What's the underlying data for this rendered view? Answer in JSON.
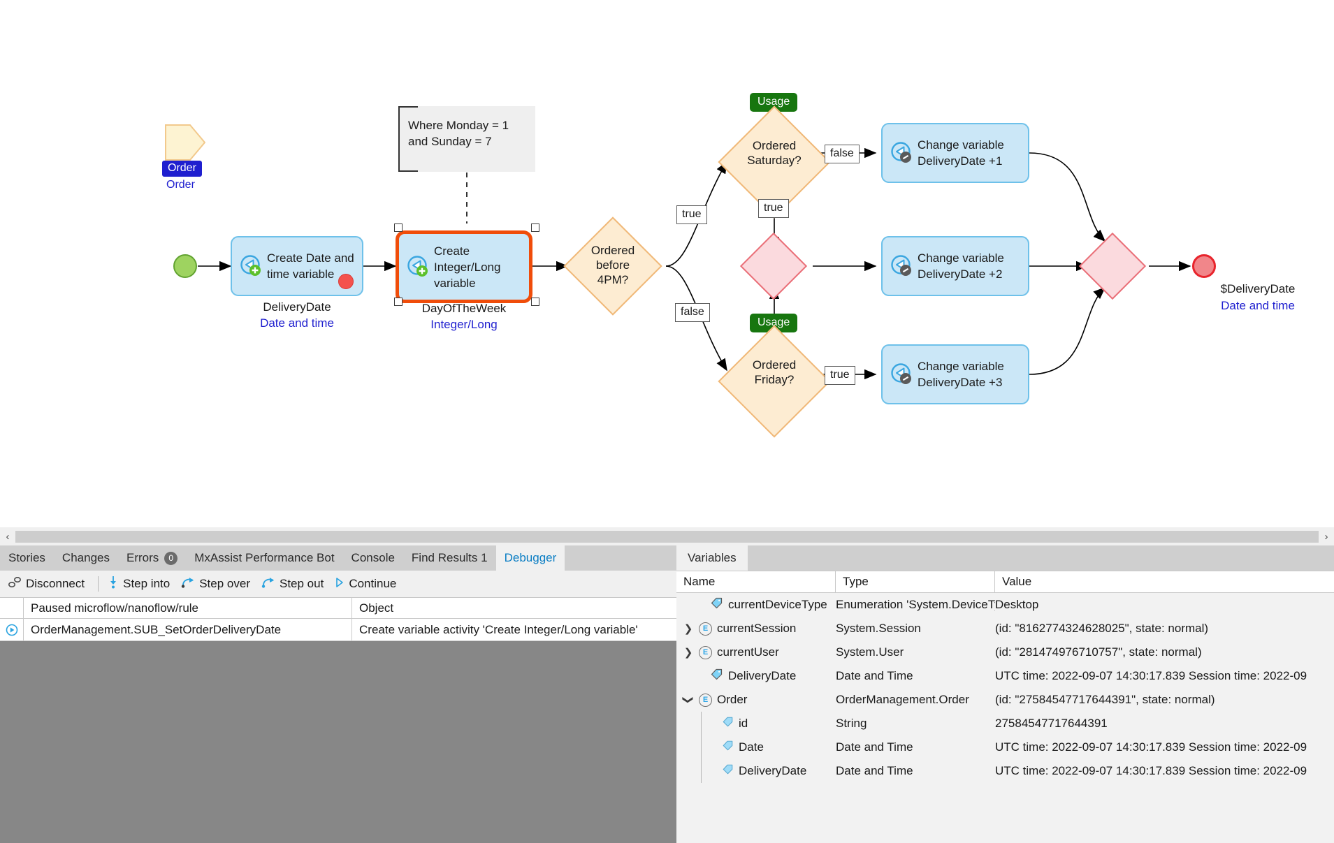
{
  "canvas": {
    "parameter": {
      "name": "Order",
      "type": "Order",
      "icon": "parameter-shape-icon"
    },
    "note": {
      "text_line1": "Where Monday = 1",
      "text_line2": "and Sunday = 7"
    },
    "activities": [
      {
        "id": "create-date-time",
        "label_line1": "Create Date and",
        "label_line2": "time variable",
        "caption": "DeliveryDate",
        "caption_type": "Date and time",
        "icon": "create-variable-icon",
        "breakpoint": true,
        "selected": false
      },
      {
        "id": "create-integer-long",
        "label_line1": "Create",
        "label_line2": "Integer/Long",
        "label_line3": "variable",
        "caption": "DayOfTheWeek",
        "caption_type": "Integer/Long",
        "icon": "create-variable-icon",
        "breakpoint": false,
        "selected": true
      },
      {
        "id": "change-delivery-plus1",
        "label_line1": "Change variable",
        "label_line2": "DeliveryDate +1",
        "icon": "change-variable-icon"
      },
      {
        "id": "change-delivery-plus2",
        "label_line1": "Change variable",
        "label_line2": "DeliveryDate +2",
        "icon": "change-variable-icon"
      },
      {
        "id": "change-delivery-plus3",
        "label_line1": "Change variable",
        "label_line2": "DeliveryDate +3",
        "icon": "change-variable-icon"
      }
    ],
    "decisions": [
      {
        "id": "ordered-before-4pm",
        "line1": "Ordered",
        "line2": "before",
        "line3": "4PM?"
      },
      {
        "id": "ordered-saturday",
        "line1": "Ordered",
        "line2": "Saturday?",
        "badge": "Usage"
      },
      {
        "id": "ordered-friday",
        "line1": "Ordered",
        "line2": "Friday?",
        "badge": "Usage"
      }
    ],
    "flow_labels": {
      "f1_true": "true",
      "f1_false": "false",
      "sat_false": "false",
      "sat_true": "true",
      "fri_true": "true"
    },
    "usage_badge": "Usage",
    "end_event": {
      "caption": "$DeliveryDate",
      "caption_type": "Date and time"
    }
  },
  "dock": {
    "scroll": {
      "left_arrow": "‹",
      "right_arrow": "›"
    },
    "tabs": [
      {
        "label": "Stories",
        "active": false
      },
      {
        "label": "Changes",
        "active": false
      },
      {
        "label": "Errors",
        "badge": "0",
        "active": false
      },
      {
        "label": "MxAssist Performance Bot",
        "active": false
      },
      {
        "label": "Console",
        "active": false
      },
      {
        "label": "Find Results 1",
        "active": false
      },
      {
        "label": "Debugger",
        "active": true
      }
    ],
    "toolbar": [
      {
        "label": "Disconnect",
        "icon": "disconnect-icon"
      },
      {
        "label": "Step into",
        "icon": "step-into-icon"
      },
      {
        "label": "Step over",
        "icon": "step-over-icon"
      },
      {
        "label": "Step out",
        "icon": "step-out-icon"
      },
      {
        "label": "Continue",
        "icon": "continue-icon"
      }
    ],
    "debugger_grid": {
      "columns": [
        "Paused microflow/nanoflow/rule",
        "Object"
      ],
      "rows": [
        {
          "marker_icon": "current-position-icon",
          "paused": "OrderManagement.SUB_SetOrderDeliveryDate",
          "object": "Create variable activity 'Create Integer/Long variable'"
        }
      ]
    }
  },
  "variables": {
    "tab_label": "Variables",
    "columns": [
      "Name",
      "Type",
      "Value"
    ],
    "rows": [
      {
        "indent": 0,
        "expander": "none",
        "icon": "variable-tag-icon",
        "name": "currentDeviceType",
        "type": "Enumeration 'System.DeviceTy",
        "value": "Desktop"
      },
      {
        "indent": 0,
        "expander": "collapsed",
        "icon": "entity-icon",
        "name": "currentSession",
        "type": "System.Session",
        "value": "(id: \"8162774324628025\", state: normal)"
      },
      {
        "indent": 0,
        "expander": "collapsed",
        "icon": "entity-icon",
        "name": "currentUser",
        "type": "System.User",
        "value": "(id: \"281474976710757\", state: normal)"
      },
      {
        "indent": 0,
        "expander": "none",
        "icon": "variable-tag-icon",
        "name": "DeliveryDate",
        "type": "Date and Time",
        "value": "UTC time: 2022-09-07 14:30:17.839 Session time: 2022-09"
      },
      {
        "indent": 0,
        "expander": "expanded",
        "icon": "entity-icon",
        "name": "Order",
        "type": "OrderManagement.Order",
        "value": "(id: \"27584547717644391\", state: normal)"
      },
      {
        "indent": 1,
        "expander": "none",
        "icon": "attribute-tag-icon",
        "name": "id",
        "type": "String",
        "value": "27584547717644391"
      },
      {
        "indent": 1,
        "expander": "none",
        "icon": "attribute-tag-icon",
        "name": "Date",
        "type": "Date and Time",
        "value": "UTC time: 2022-09-07 14:30:17.839 Session time: 2022-09"
      },
      {
        "indent": 1,
        "expander": "none",
        "icon": "attribute-tag-icon",
        "name": "DeliveryDate",
        "type": "Date and Time",
        "value": "UTC time: 2022-09-07 14:30:17.839 Session time: 2022-09"
      }
    ]
  },
  "colors": {
    "activity_fill": "#cbe7f7",
    "activity_border": "#6ec1ea",
    "selection": "#f04d0a",
    "decision_fill": "#fdecd2",
    "decision_border": "#f0b878",
    "merge_fill": "#fbdade",
    "merge_border": "#ea6f78",
    "start_fill": "#9ed360",
    "end_fill": "#f1868a",
    "usage_badge": "#17760f",
    "accent_blue": "#0b7ec4",
    "link_blue": "#1f1fcf"
  }
}
